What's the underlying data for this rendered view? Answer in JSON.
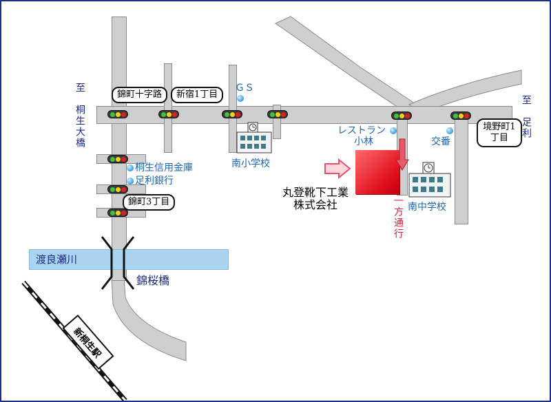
{
  "colors": {
    "road": "#cfcfcf",
    "road_edge": "#8a8a8a",
    "river": "#a9d3ef",
    "label_blue": "#1a66b8",
    "label_navy": "#1b2a86",
    "target": "#e01020",
    "arrow": "#e85a6a",
    "border": "#1a2f8c"
  },
  "directions": {
    "kiryu": "至　桐生大橋",
    "ashikaga": "至　足利"
  },
  "callouts": {
    "nishikicho_jujiro": "錦町十字路",
    "shinjuku_1": "新宿1丁目",
    "nishikicho_3": "錦町3丁目",
    "sakaino_1": "境野町1丁目"
  },
  "landmarks": {
    "gs": "ＧＳ",
    "restaurant_line1": "レストラン",
    "restaurant_line2": "小林",
    "koban": "交番",
    "minami_elementary": "南小学校",
    "minami_junior_high": "南中学校",
    "kiryu_shinkin": "桐生信用金庫",
    "ashikaga_bank": "足利銀行",
    "nishiki_bridge": "錦桜橋",
    "watarase_river": "渡良瀬川",
    "shin_kiryu_station": "新桐生駅",
    "one_way": "一方通行"
  },
  "target": {
    "name_line1": "丸登靴下工業",
    "name_line2": "株式会社"
  },
  "icons": [
    "traffic-signal-icon",
    "school-icon",
    "landmark-dot-icon",
    "arrow-right-icon",
    "arrow-down-icon",
    "railway-track-icon"
  ]
}
